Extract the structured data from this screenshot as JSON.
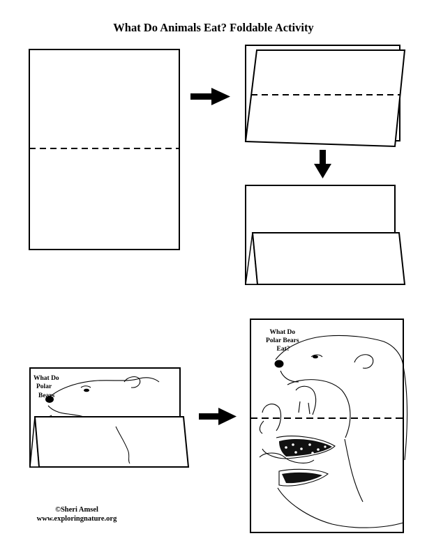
{
  "title": "What Do Animals Eat? Foldable Activity",
  "step4_label": [
    "What Do",
    "Polar",
    "Bears"
  ],
  "final_label": [
    "What Do",
    "Polar Bears",
    "Eat?"
  ],
  "credit": {
    "copyright": "©Sheri Amsel",
    "website": "www.exploringnature.org"
  }
}
